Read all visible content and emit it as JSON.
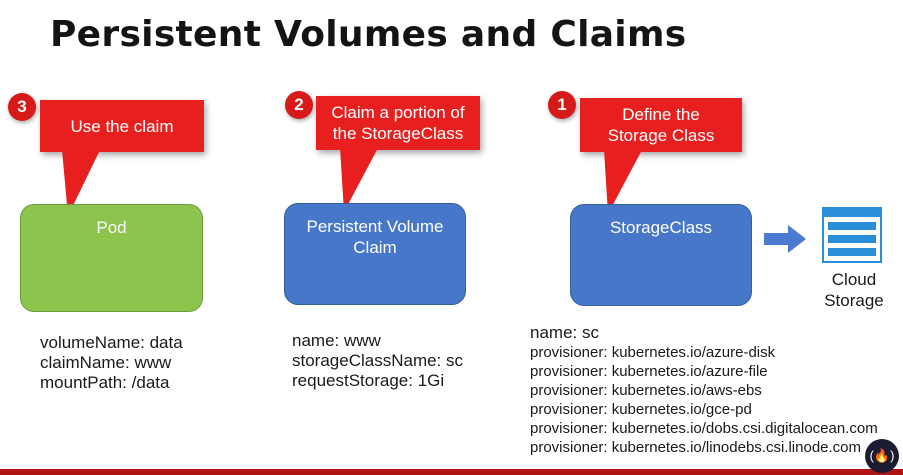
{
  "title": "Persistent Volumes and Claims",
  "steps": [
    {
      "number": "3",
      "bubble": "Use the claim",
      "box": "Pod",
      "props": [
        "volumeName: data",
        "claimName: www",
        "mountPath: /data"
      ]
    },
    {
      "number": "2",
      "bubble": "Claim a portion of the StorageClass",
      "box": "Persistent Volume Claim",
      "props": [
        "name: www",
        "storageClassName: sc",
        "requestStorage: 1Gi"
      ]
    },
    {
      "number": "1",
      "bubble": "Define the Storage Class",
      "box": "StorageClass",
      "props": [
        "name: sc",
        "provisioner: kubernetes.io/azure-disk",
        "provisioner: kubernetes.io/azure-file",
        "provisioner: kubernetes.io/aws-ebs",
        "provisioner: kubernetes.io/gce-pd",
        "provisioner: kubernetes.io/dobs.csi.digitalocean.com",
        "provisioner: kubernetes.io/linodebs.csi.linode.com"
      ]
    }
  ],
  "cloud": {
    "label": "Cloud Storage",
    "icon": "cloud-storage-icon"
  },
  "colors": {
    "bubble": "#e81f1f",
    "pod": "#8dc44d",
    "blue_box": "#4777c9",
    "arrow": "#4a7bd0"
  },
  "corner_logo_icon": "freecodecamp-logo-icon"
}
